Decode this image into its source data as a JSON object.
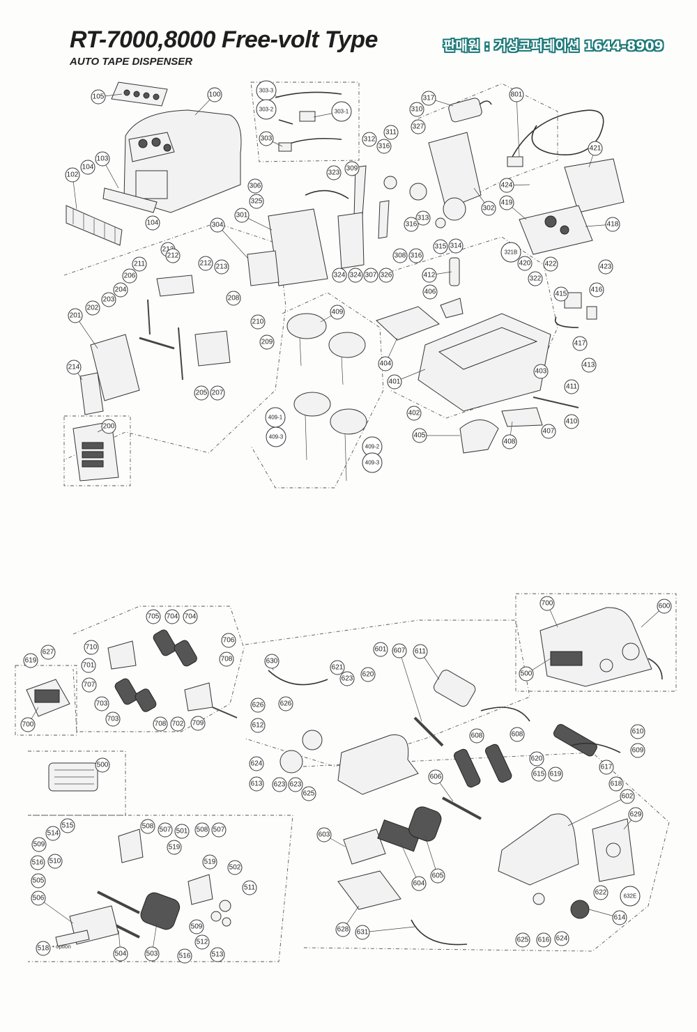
{
  "header": {
    "title": "RT-7000,8000 Free-volt Type",
    "subtitle": "AUTO TAPE DISPENSER",
    "seller": "판매원 : 거성코퍼레이션 1644-8909"
  },
  "colors": {
    "seller_text": "#ffffff",
    "seller_outline": "#1e7a7a",
    "line": "#333333"
  },
  "part_labels": [
    "105",
    "100",
    "103",
    "104",
    "102",
    "104",
    "303-3",
    "303-2",
    "303-1",
    "303",
    "317",
    "310",
    "327",
    "311",
    "312",
    "316",
    "801",
    "421",
    "323",
    "309",
    "306",
    "325",
    "301",
    "304",
    "302",
    "424",
    "419",
    "418",
    "313",
    "316",
    "316",
    "315",
    "314",
    "324",
    "324",
    "307",
    "326",
    "308",
    "412",
    "321B",
    "420",
    "422",
    "423",
    "213",
    "212",
    "211",
    "212",
    "213",
    "206",
    "204",
    "208",
    "203",
    "210",
    "202",
    "201",
    "209",
    "207",
    "205",
    "214",
    "200",
    "406",
    "322",
    "415",
    "416",
    "417",
    "409",
    "404",
    "413",
    "401",
    "403",
    "411",
    "402",
    "410",
    "407",
    "408",
    "405",
    "409-1",
    "409-3",
    "409-2",
    "409-3",
    "700",
    "600",
    "500",
    "705",
    "704",
    "704",
    "706",
    "710",
    "701",
    "708",
    "707",
    "703",
    "703",
    "708",
    "702",
    "709",
    "627",
    "619",
    "700",
    "630",
    "621",
    "623",
    "620",
    "601",
    "607",
    "611",
    "626",
    "626",
    "612",
    "624",
    "613",
    "623",
    "623",
    "625",
    "608",
    "608",
    "610",
    "609",
    "620",
    "615",
    "619",
    "617",
    "618",
    "606",
    "602",
    "629",
    "500",
    "515",
    "508",
    "507",
    "501",
    "508",
    "507",
    "514",
    "509",
    "519",
    "510",
    "516",
    "505",
    "502",
    "519",
    "506",
    "511",
    "509",
    "512",
    "513",
    "503",
    "504",
    "516",
    "518",
    "603",
    "604",
    "605",
    "622",
    "632E",
    "614",
    "625",
    "616",
    "624",
    "628",
    "631"
  ],
  "annotations": {
    "option_note": "• option"
  }
}
